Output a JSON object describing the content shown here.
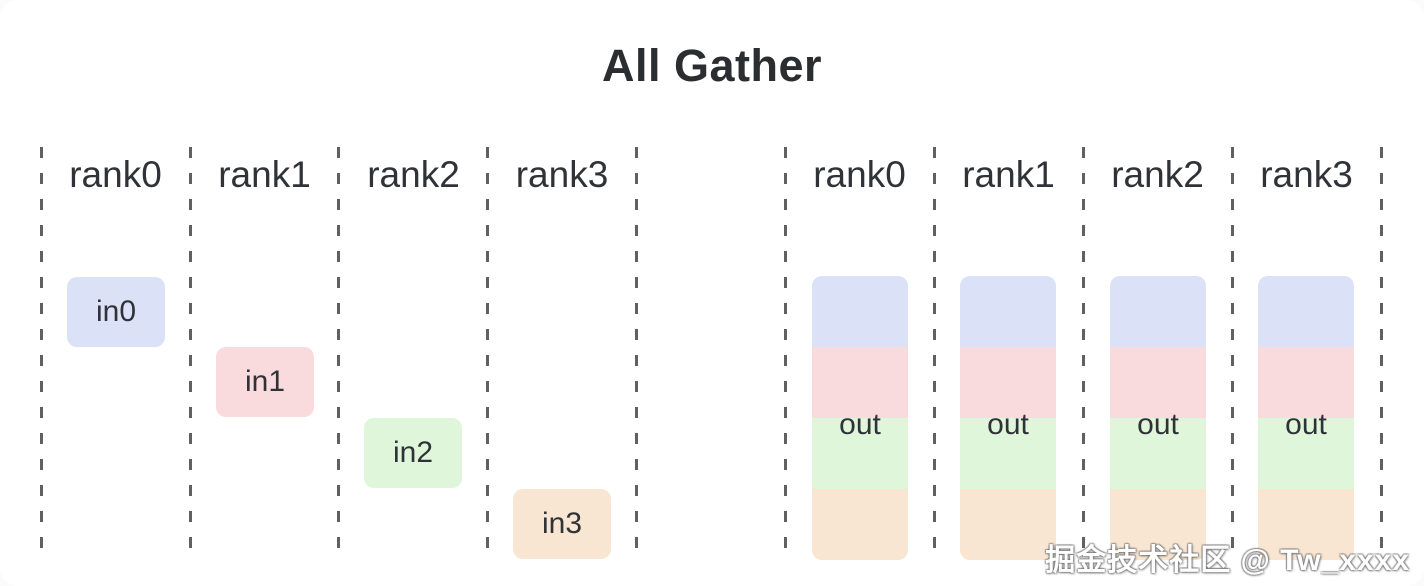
{
  "title": "All Gather",
  "watermark": "掘金技术社区 @ Tw_xxxx",
  "colors": {
    "blue": "#dbe2f8",
    "pink": "#f9dadd",
    "green": "#dff6db",
    "orange": "#f8e6d3",
    "dash": "#606060",
    "text": "#2f3338",
    "title": "#2b2d30"
  },
  "input_group": {
    "ranks": [
      "rank0",
      "rank1",
      "rank2",
      "rank3"
    ],
    "chunks": [
      {
        "label": "in0",
        "rank": "rank0",
        "color": "blue"
      },
      {
        "label": "in1",
        "rank": "rank1",
        "color": "pink"
      },
      {
        "label": "in2",
        "rank": "rank2",
        "color": "green"
      },
      {
        "label": "in3",
        "rank": "rank3",
        "color": "orange"
      }
    ]
  },
  "output_group": {
    "ranks": [
      "rank0",
      "rank1",
      "rank2",
      "rank3"
    ],
    "output_label": "out",
    "segment_order": [
      "blue",
      "pink",
      "green",
      "orange"
    ]
  }
}
